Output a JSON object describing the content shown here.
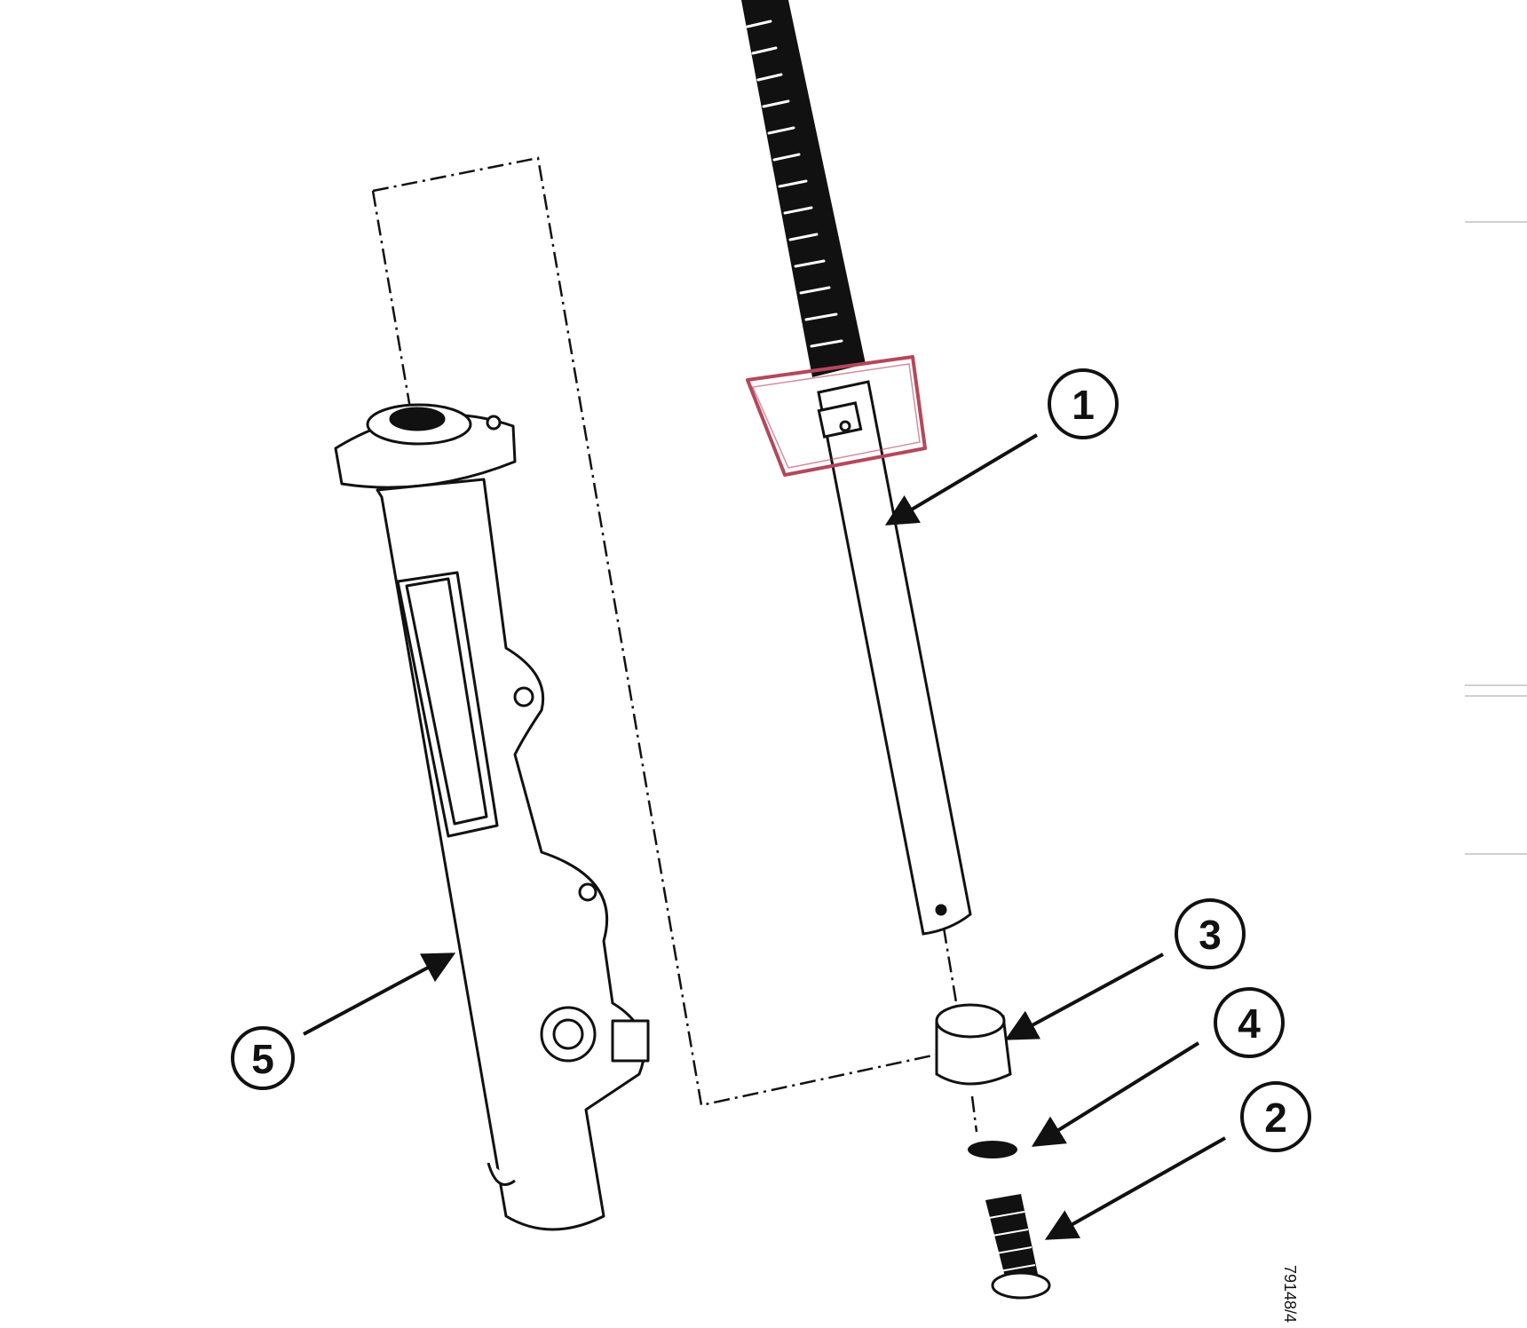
{
  "diagram": {
    "colors": {
      "ink": "#111111",
      "paper": "#ffffff",
      "highlight": "#b5475b",
      "rule": "#d0d0d0"
    },
    "callouts": [
      {
        "id": "callout-1",
        "label": "1",
        "part": "cable-tube"
      },
      {
        "id": "callout-2",
        "label": "2",
        "part": "screw"
      },
      {
        "id": "callout-3",
        "label": "3",
        "part": "sleeve"
      },
      {
        "id": "callout-4",
        "label": "4",
        "part": "washer"
      },
      {
        "id": "callout-5",
        "label": "5",
        "part": "fork-leg"
      }
    ],
    "side_code": "79148/4"
  }
}
